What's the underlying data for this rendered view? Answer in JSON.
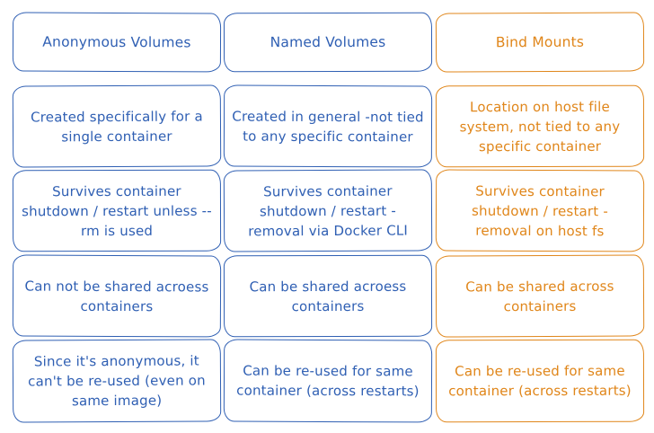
{
  "columns": [
    {
      "header": "Anonymous Volumes",
      "color": "#2f5fb3",
      "cells": [
        "Created specifically for a single container",
        "Survives container shutdown / restart unless --rm is used",
        "Can not be shared acroess containers",
        "Since it's anonymous, it can't be re-used (even on same image)"
      ]
    },
    {
      "header": "Named Volumes",
      "color": "#2f5fb3",
      "cells": [
        "Created in general -not tied to any specific container",
        "Survives container shutdown / restart - removal via Docker CLI",
        "Can be shared acroess containers",
        "Can be re-used for same container (across restarts)"
      ]
    },
    {
      "header": "Bind Mounts",
      "color": "#e0861a",
      "cells": [
        "Location on host file system, not tied to any specific container",
        "Survives container shutdown / restart - removal on host fs",
        "Can be shared across containers",
        "Can be re-used for same container (across restarts)"
      ]
    }
  ]
}
